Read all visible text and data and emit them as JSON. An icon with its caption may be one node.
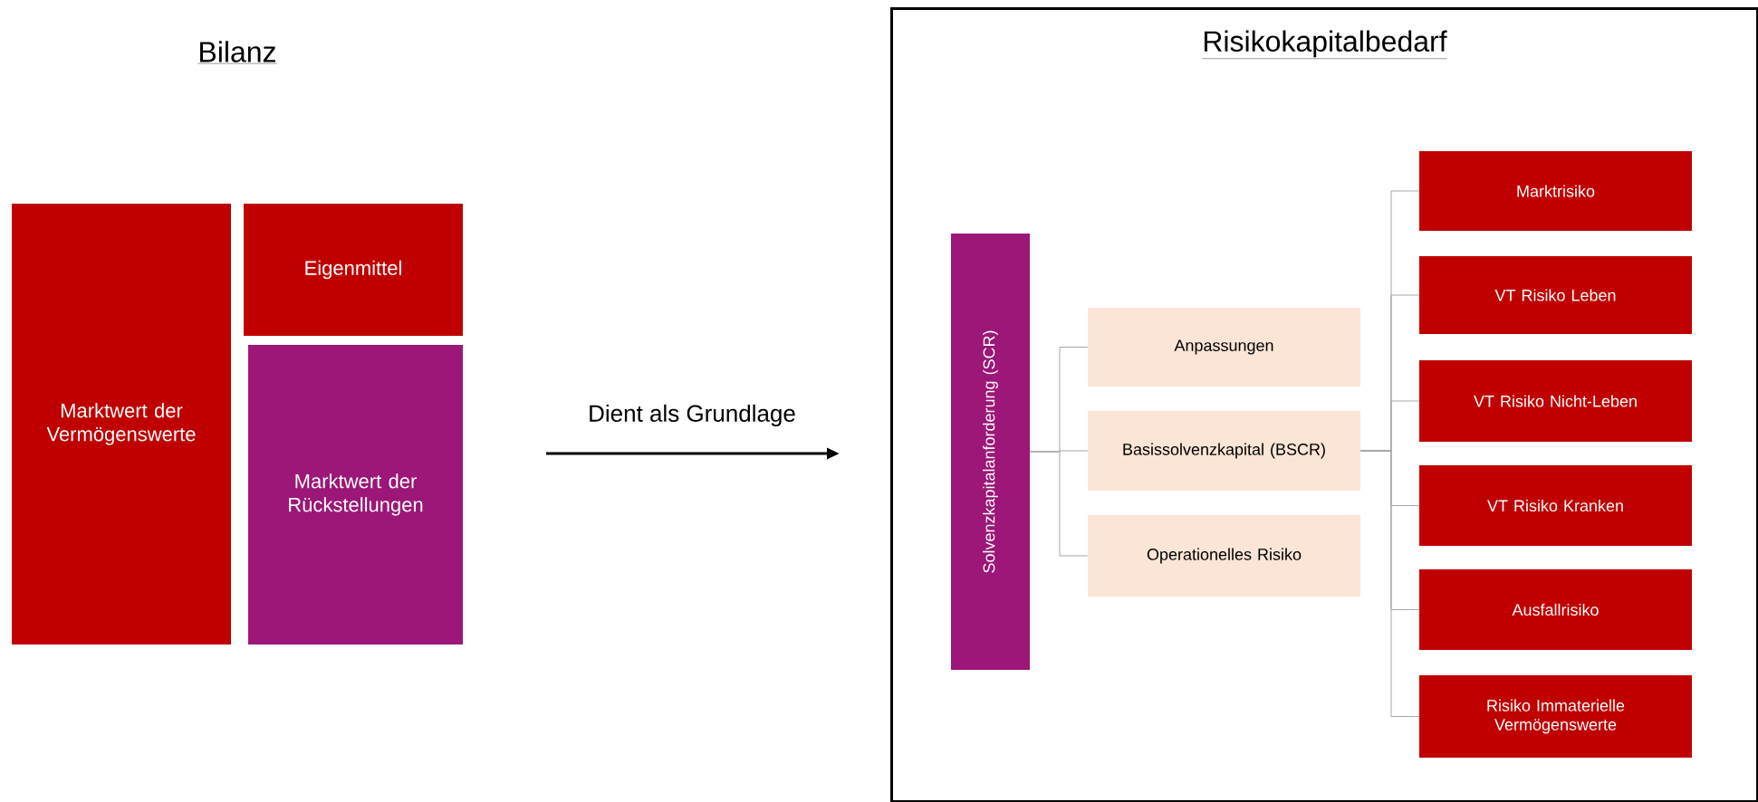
{
  "diagram": {
    "nodes": [
      {
        "text": [
          "Marktwert der Vermögenswerte"
        ]
      },
      {
        "text": [
          "Eigenmittel"
        ]
      },
      {
        "text": [
          "Marktwert der Rückstellungen"
        ]
      },
      {
        "text": [
          "Risikokapitalbedarf"
        ]
      },
      {
        "text": [
          "Solvenzkapitalanforderung (SCR)"
        ],
        "in": 3
      },
      {
        "text": [
          "Anpassungen"
        ],
        "in": 3
      },
      {
        "text": [
          "Basissolvenzkapital (BSCR)"
        ],
        "in": 3
      },
      {
        "text": [
          "Operationelles Risiko"
        ],
        "in": 3
      },
      {
        "text": [
          "Marktrisiko"
        ],
        "in": 3
      },
      {
        "text": [
          "VT Risiko Leben"
        ],
        "in": 3
      },
      {
        "text": [
          "VT Risiko Nicht-Leben"
        ],
        "in": 3
      },
      {
        "text": [
          "VT Risiko Kranken"
        ],
        "in": 3
      },
      {
        "text": [
          "Ausfallrisiko"
        ],
        "in": 3
      },
      {
        "text": [
          "Risiko Immaterielle Vermögenswerte"
        ],
        "in": 3
      }
    ],
    "edges": [
      {
        "from": null,
        "to": 3,
        "arrow": "to",
        "label": "Dient als Grundlage",
        "color": "#000000"
      },
      {
        "from": 4,
        "to": 5,
        "arrow": "none"
      },
      {
        "from": 4,
        "to": 6,
        "arrow": "none"
      },
      {
        "from": 4,
        "to": 7,
        "arrow": "none"
      },
      {
        "from": 6,
        "to": 8,
        "arrow": "none"
      },
      {
        "from": 6,
        "to": 9,
        "arrow": "none"
      },
      {
        "from": 6,
        "to": 10,
        "arrow": "none"
      },
      {
        "from": 6,
        "to": 11,
        "arrow": "none"
      },
      {
        "from": 6,
        "to": 12,
        "arrow": "none"
      },
      {
        "from": 6,
        "to": 13,
        "arrow": "none"
      }
    ],
    "labels": [
      "Bilanz"
    ]
  }
}
